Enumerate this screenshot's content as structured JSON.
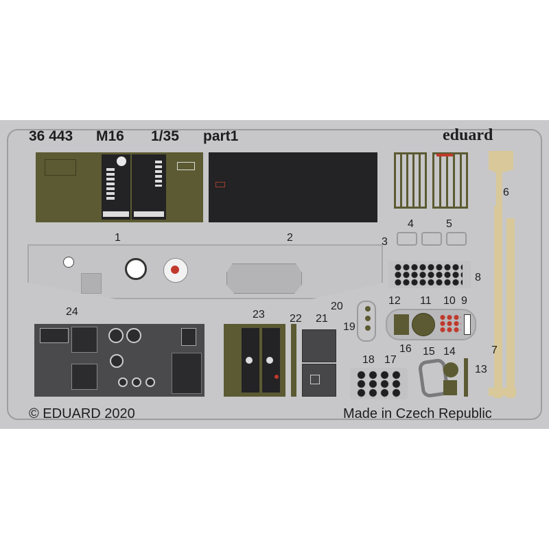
{
  "header": {
    "code": "36 443",
    "model": "M16",
    "scale": "1/35",
    "part": "part1",
    "brand": "eduard"
  },
  "footer": {
    "copyright": "© EDUARD 2020",
    "origin": "Made in Czech Republic"
  },
  "part_numbers": {
    "p1": "1",
    "p2": "2",
    "p3": "3",
    "p4": "4",
    "p5": "5",
    "p6": "6",
    "p7": "7",
    "p8": "8",
    "p9": "9",
    "p10": "10",
    "p11": "11",
    "p12": "12",
    "p13": "13",
    "p14": "14",
    "p15": "15",
    "p16": "16",
    "p17": "17",
    "p18": "18",
    "p19": "19",
    "p20": "20",
    "p21": "21",
    "p22": "22",
    "p23": "23",
    "p24": "24"
  },
  "colors": {
    "fret": "#c9c9cb",
    "olive": "#5b5a32",
    "black": "#232325",
    "brass": "#d9c99a",
    "red": "#c0392b"
  }
}
